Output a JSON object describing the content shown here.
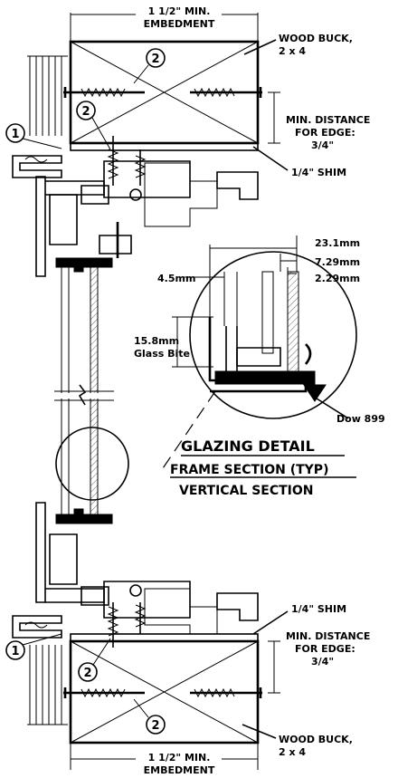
{
  "labels": {
    "embedment_top": [
      "1 1/2\" MIN.",
      "EMBEDMENT"
    ],
    "embedment_bottom": [
      "1 1/2\" MIN.",
      "EMBEDMENT"
    ],
    "wood_buck_top": [
      "WOOD BUCK,",
      "2 x 4"
    ],
    "wood_buck_bottom": [
      "WOOD BUCK,",
      "2 x 4"
    ],
    "min_distance_top": [
      "MIN. DISTANCE",
      "FOR EDGE:",
      "3/4\""
    ],
    "min_distance_bottom": [
      "MIN. DISTANCE",
      "FOR EDGE:",
      "3/4\""
    ],
    "shim_top": "1/4\" SHIM",
    "shim_bottom": "1/4\" SHIM",
    "dim_23": "23.1mm",
    "dim_729": "7.29mm",
    "dim_229": "2.29mm",
    "dim_45": "4.5mm",
    "glass_bite": [
      "15.8mm",
      "Glass Bite"
    ],
    "dow": "Dow 899",
    "title": "GLAZING DETAIL",
    "subtitle1": "FRAME SECTION (TYP)",
    "subtitle2": "VERTICAL SECTION"
  },
  "callouts": {
    "one": "1",
    "two": "2"
  }
}
